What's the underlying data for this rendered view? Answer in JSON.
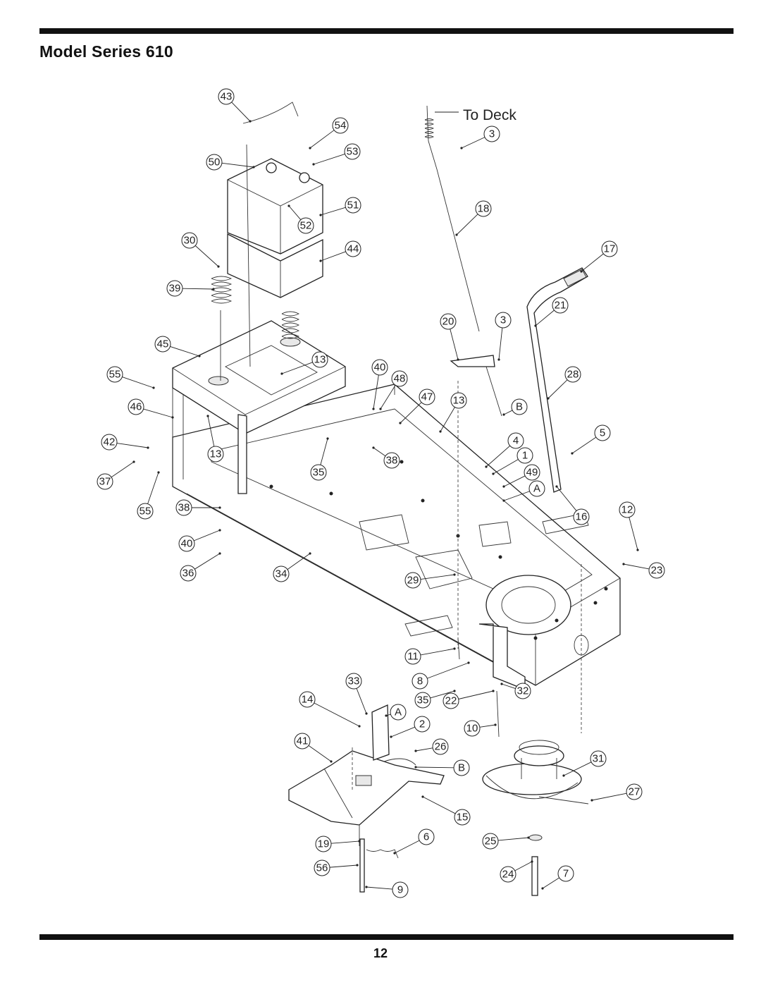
{
  "page": {
    "title": "Model Series 610",
    "page_number": "12",
    "to_deck_label": "To Deck"
  },
  "callouts": [
    {
      "label": "43"
    },
    {
      "label": "54"
    },
    {
      "label": "50"
    },
    {
      "label": "53"
    },
    {
      "label": "51"
    },
    {
      "label": "52"
    },
    {
      "label": "30"
    },
    {
      "label": "44"
    },
    {
      "label": "39"
    },
    {
      "label": "45"
    },
    {
      "label": "55"
    },
    {
      "label": "13"
    },
    {
      "label": "46"
    },
    {
      "label": "40"
    },
    {
      "label": "48"
    },
    {
      "label": "47"
    },
    {
      "label": "13"
    },
    {
      "label": "42"
    },
    {
      "label": "13"
    },
    {
      "label": "37"
    },
    {
      "label": "38"
    },
    {
      "label": "35"
    },
    {
      "label": "55"
    },
    {
      "label": "38"
    },
    {
      "label": "40"
    },
    {
      "label": "36"
    },
    {
      "label": "34"
    },
    {
      "label": "3"
    },
    {
      "label": "18"
    },
    {
      "label": "17"
    },
    {
      "label": "21"
    },
    {
      "label": "20"
    },
    {
      "label": "3"
    },
    {
      "label": "B"
    },
    {
      "label": "28"
    },
    {
      "label": "5"
    },
    {
      "label": "4"
    },
    {
      "label": "1"
    },
    {
      "label": "49"
    },
    {
      "label": "A"
    },
    {
      "label": "16"
    },
    {
      "label": "12"
    },
    {
      "label": "23"
    },
    {
      "label": "29"
    },
    {
      "label": "11"
    },
    {
      "label": "33"
    },
    {
      "label": "8"
    },
    {
      "label": "32"
    },
    {
      "label": "14"
    },
    {
      "label": "A"
    },
    {
      "label": "35"
    },
    {
      "label": "22"
    },
    {
      "label": "2"
    },
    {
      "label": "10"
    },
    {
      "label": "41"
    },
    {
      "label": "26"
    },
    {
      "label": "B"
    },
    {
      "label": "31"
    },
    {
      "label": "27"
    },
    {
      "label": "15"
    },
    {
      "label": "19"
    },
    {
      "label": "6"
    },
    {
      "label": "25"
    },
    {
      "label": "56"
    },
    {
      "label": "24"
    },
    {
      "label": "7"
    },
    {
      "label": "9"
    }
  ]
}
